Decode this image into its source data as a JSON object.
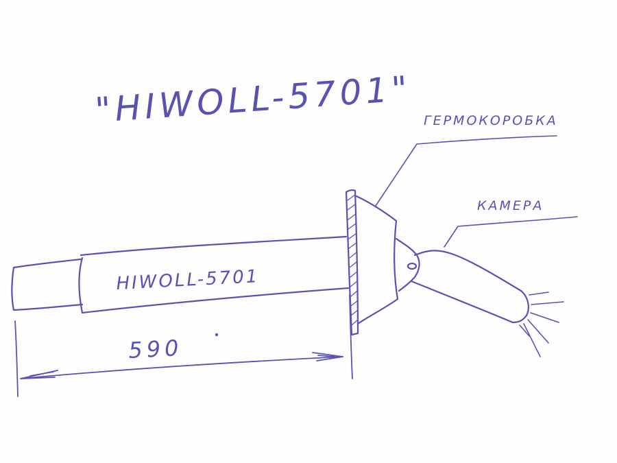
{
  "title": "\"HIWOLL-5701\"",
  "body_label": "HIWOLL-5701",
  "callouts": {
    "housing": "ГЕРМОКОРОБКА",
    "camera": "КАМЕРА"
  },
  "dimension": "590",
  "colors": {
    "ink": "#5a52b0",
    "paper": "#fdfdfe"
  }
}
